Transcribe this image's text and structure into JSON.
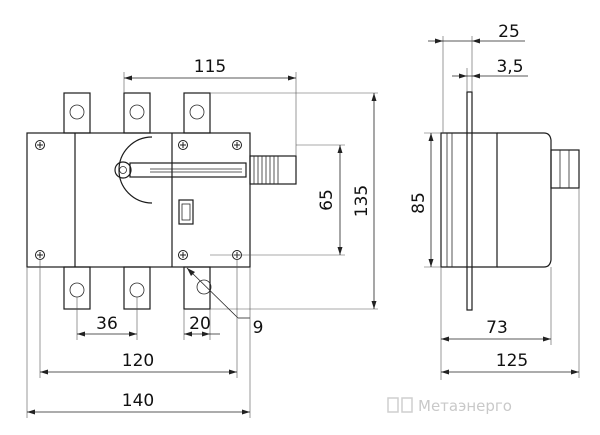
{
  "front_view": {
    "dimensions": {
      "width_overall": "140",
      "width_between_mount_holes": "120",
      "pole_pitch": "36",
      "terminal_width": "20",
      "terminal_hole": "9",
      "mount_hole_spacing_top": "115",
      "shaft_offset": "65",
      "height_overall": "135"
    }
  },
  "side_view": {
    "dimensions": {
      "shaft_projection": "25",
      "plate_thickness": "3,5",
      "body_height": "85",
      "body_depth": "73",
      "depth_overall": "125"
    }
  },
  "watermark": {
    "text": "Метаэнерго"
  },
  "colors": {
    "line": "#1c1c1c",
    "watermark": "#c9c9c9",
    "background": "#ffffff"
  }
}
